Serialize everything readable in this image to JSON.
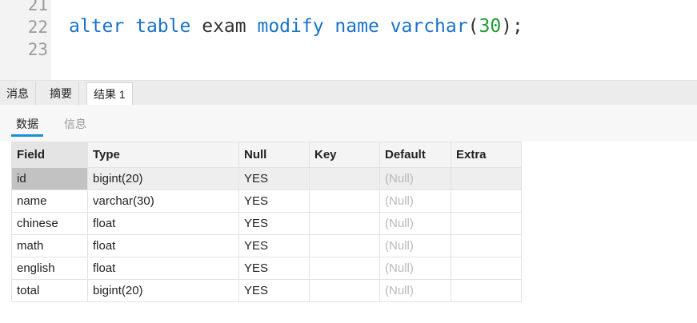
{
  "editor": {
    "line_numbers": [
      "21",
      "22",
      "23"
    ],
    "code_tokens": {
      "alter": "alter",
      "table": "table",
      "exam": "exam",
      "modify": "modify",
      "name": "name",
      "varchar": "varchar",
      "open_paren": "(",
      "number": "30",
      "close": ");"
    }
  },
  "tabs": [
    "消息",
    "摘要",
    "结果 1"
  ],
  "active_tab": "结果 1",
  "subtabs": [
    "数据",
    "信息"
  ],
  "active_subtab": "数据",
  "results": {
    "columns": [
      "Field",
      "Type",
      "Null",
      "Key",
      "Default",
      "Extra"
    ],
    "rows": [
      [
        "id",
        "bigint(20)",
        "YES",
        "",
        "(Null)",
        ""
      ],
      [
        "name",
        "varchar(30)",
        "YES",
        "",
        "(Null)",
        ""
      ],
      [
        "chinese",
        "float",
        "YES",
        "",
        "(Null)",
        ""
      ],
      [
        "math",
        "float",
        "YES",
        "",
        "(Null)",
        ""
      ],
      [
        "english",
        "float",
        "YES",
        "",
        "(Null)",
        ""
      ],
      [
        "total",
        "bigint(20)",
        "YES",
        "",
        "(Null)",
        ""
      ]
    ]
  },
  "colors": {
    "keyword": "#1a73c9",
    "number": "#1e9a36",
    "accent": "#1a8fd8"
  }
}
